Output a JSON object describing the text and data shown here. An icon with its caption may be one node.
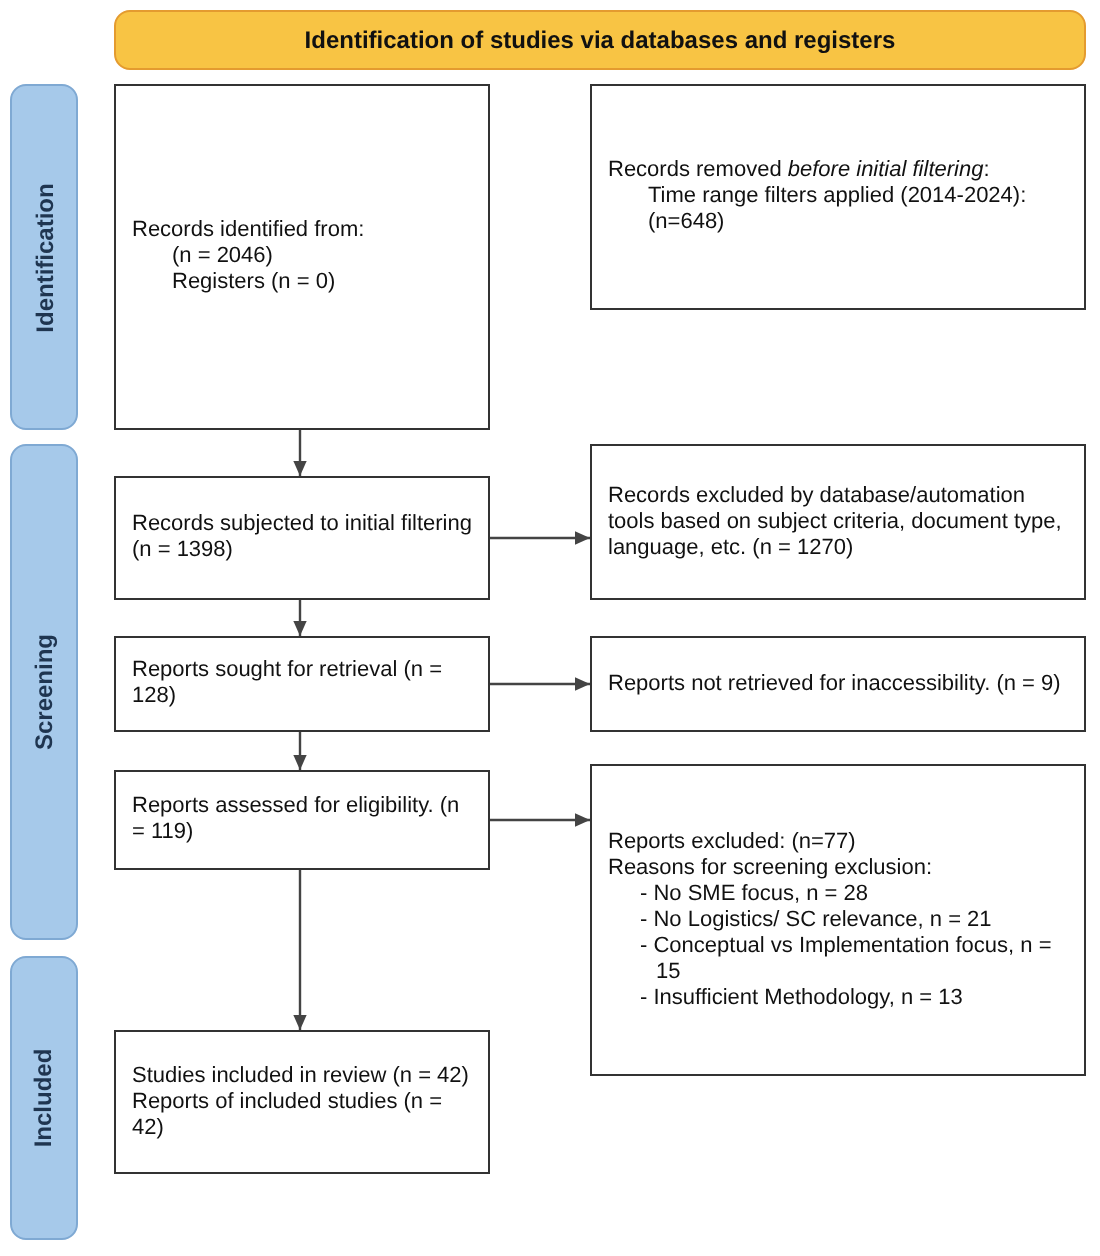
{
  "diagram": {
    "nodes": [
      {
        "text": [
          "Identification of studies via databases and registers"
        ]
      },
      {
        "text": [
          "Identification"
        ]
      },
      {
        "text": [
          "Screening"
        ]
      },
      {
        "text": [
          "Included"
        ]
      },
      {
        "text": [
          "Records identified from:",
          "(n = 2046)",
          "Registers (n = 0)"
        ]
      },
      {
        "text": [
          "Records removed *before initial filtering*:",
          "Time range filters applied (2014-2024): (n=648)"
        ]
      },
      {
        "text": [
          "Records subjected to initial filtering (n = 1398)"
        ]
      },
      {
        "text": [
          "Records excluded by database/automation tools based on subject criteria, document type, language, etc. (n = 1270)"
        ]
      },
      {
        "text": [
          "Reports sought for retrieval (n = 128)"
        ]
      },
      {
        "text": [
          "Reports not retrieved for inaccessibility. (n = 9)"
        ]
      },
      {
        "text": [
          "Reports assessed for eligibility. (n = 119)"
        ]
      },
      {
        "text": [
          "Reports excluded: (n=77)",
          "Reasons for screening exclusion:",
          "- No SME focus, n = 28",
          "- No Logistics/ SC relevance, n = 21",
          "- Conceptual vs Implementation focus, n = 15",
          "- Insufficient Methodology, n = 13"
        ]
      },
      {
        "text": [
          "Studies included in review (n = 42)",
          "Reports of included studies (n = 42)"
        ]
      }
    ],
    "edges": [
      {
        "from": 4,
        "to": 6,
        "arrow": "to"
      },
      {
        "from": 6,
        "to": 7,
        "arrow": "to"
      },
      {
        "from": 6,
        "to": 8,
        "arrow": "to"
      },
      {
        "from": 8,
        "to": 9,
        "arrow": "to"
      },
      {
        "from": 8,
        "to": 10,
        "arrow": "to"
      },
      {
        "from": 10,
        "to": 11,
        "arrow": "to"
      },
      {
        "from": 10,
        "to": 12,
        "arrow": "to"
      }
    ]
  }
}
